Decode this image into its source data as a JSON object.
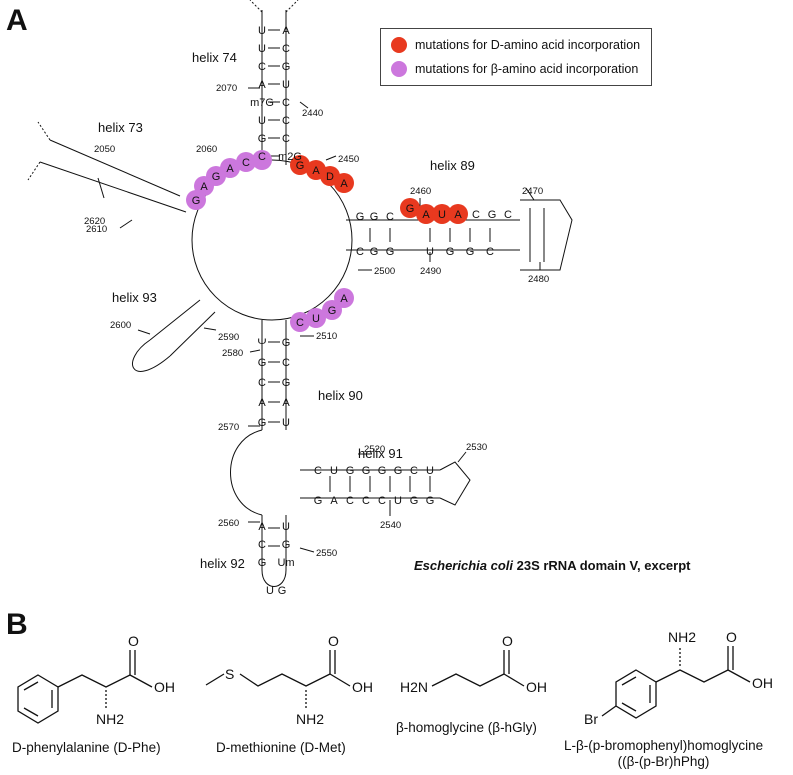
{
  "panels": {
    "a": "A",
    "b": "B"
  },
  "legend": {
    "items": [
      {
        "label": "mutations for D-amino acid incorporation",
        "color": "#e8391f"
      },
      {
        "label": "mutations for β-amino acid incorporation",
        "color": "#cc77dd"
      }
    ]
  },
  "helices": {
    "h74": "helix 74",
    "h73": "helix 73",
    "h89": "helix 89",
    "h93": "helix 93",
    "h90": "helix 90",
    "h91": "helix 91",
    "h92": "helix 92"
  },
  "positions": {
    "p2050": "2050",
    "p2060": "2060",
    "p2070": "2070",
    "p2440": "2440",
    "p2450": "2450",
    "p2460": "2460",
    "p2470": "2470",
    "p2480": "2480",
    "p2490": "2490",
    "p2500": "2500",
    "p2510": "2510",
    "p2520": "2520",
    "p2530": "2530",
    "p2540": "2540",
    "p2550": "2550",
    "p2560": "2560",
    "p2570": "2570",
    "p2580": "2580",
    "p2590": "2590",
    "p2600": "2600",
    "p2610": "2610",
    "p2620": "2620"
  },
  "caption": {
    "species": "Escherichia coli",
    "rest": " 23S rRNA domain V, excerpt"
  },
  "molecules": {
    "dphe": {
      "name": "D-phenylalanine (D-Phe)",
      "oh": "OH",
      "o": "O",
      "nh2": "NH2"
    },
    "dmet": {
      "name": "D-methionine (D-Met)",
      "s": "S",
      "oh": "OH",
      "o": "O",
      "nh2": "NH2"
    },
    "bhgly": {
      "name": "β-homoglycine (β-hGly)",
      "h2n": "H2N",
      "oh": "OH",
      "o": "O"
    },
    "bbr": {
      "name1": "L-β-(p-bromophenyl)homoglycine",
      "name2": "((β-(p-Br)hPhg)",
      "nh2": "NH2",
      "oh": "OH",
      "o": "O",
      "br": "Br"
    }
  }
}
